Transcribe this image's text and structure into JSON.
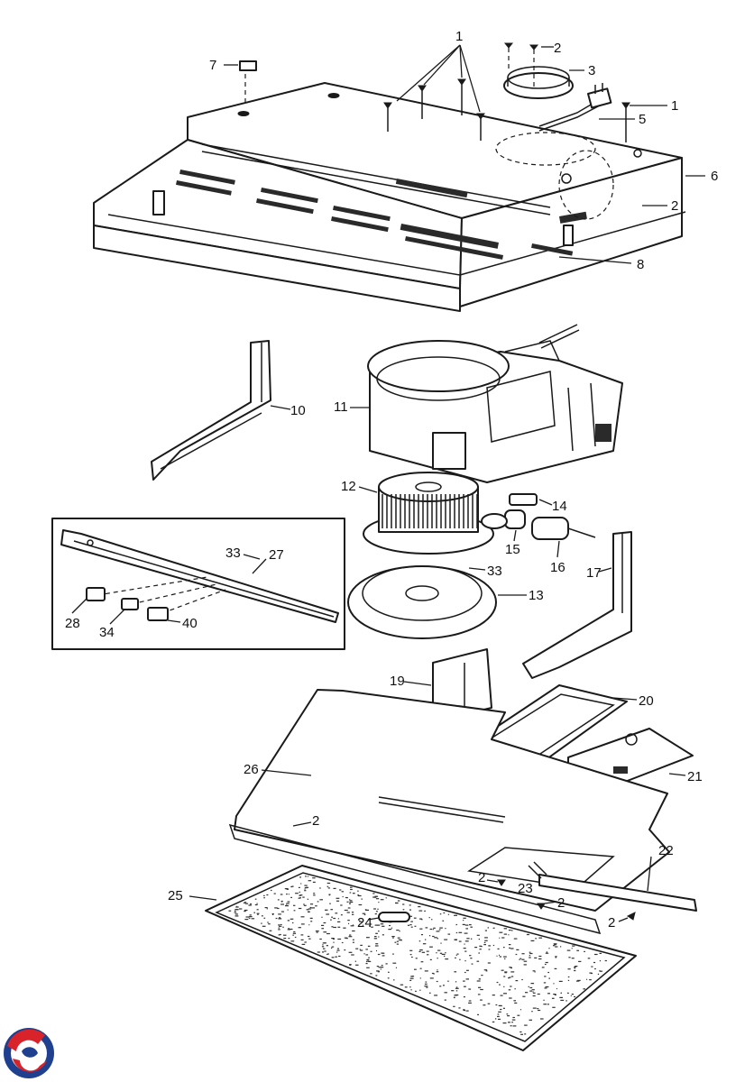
{
  "diagram": {
    "callouts": [
      {
        "id": "c1a",
        "text": "1"
      },
      {
        "id": "c1b",
        "text": "1"
      },
      {
        "id": "c2a",
        "text": "2"
      },
      {
        "id": "c3",
        "text": "3"
      },
      {
        "id": "c5",
        "text": "5"
      },
      {
        "id": "c6",
        "text": "6"
      },
      {
        "id": "c7",
        "text": "7"
      },
      {
        "id": "c2b",
        "text": "2"
      },
      {
        "id": "c8",
        "text": "8"
      },
      {
        "id": "c10",
        "text": "10"
      },
      {
        "id": "c11",
        "text": "11"
      },
      {
        "id": "c12",
        "text": "12"
      },
      {
        "id": "c14",
        "text": "14"
      },
      {
        "id": "c15",
        "text": "15"
      },
      {
        "id": "c16",
        "text": "16"
      },
      {
        "id": "c17",
        "text": "17"
      },
      {
        "id": "c33a",
        "text": "33"
      },
      {
        "id": "c27",
        "text": "27"
      },
      {
        "id": "c33b",
        "text": "33"
      },
      {
        "id": "c13",
        "text": "13"
      },
      {
        "id": "c28",
        "text": "28"
      },
      {
        "id": "c34",
        "text": "34"
      },
      {
        "id": "c40",
        "text": "40"
      },
      {
        "id": "c19",
        "text": "19"
      },
      {
        "id": "c20",
        "text": "20"
      },
      {
        "id": "c26",
        "text": "26"
      },
      {
        "id": "c21",
        "text": "21"
      },
      {
        "id": "c2c",
        "text": "2"
      },
      {
        "id": "c22",
        "text": "22"
      },
      {
        "id": "c2d",
        "text": "2"
      },
      {
        "id": "c23",
        "text": "23"
      },
      {
        "id": "c25",
        "text": "25"
      },
      {
        "id": "c2e",
        "text": "2"
      },
      {
        "id": "c24",
        "text": "24"
      },
      {
        "id": "c2f",
        "text": "2"
      }
    ]
  },
  "logo": {
    "icon": "brand-swirl-logo",
    "colors": {
      "red": "#d8232a",
      "blue": "#1f3f8f"
    }
  }
}
